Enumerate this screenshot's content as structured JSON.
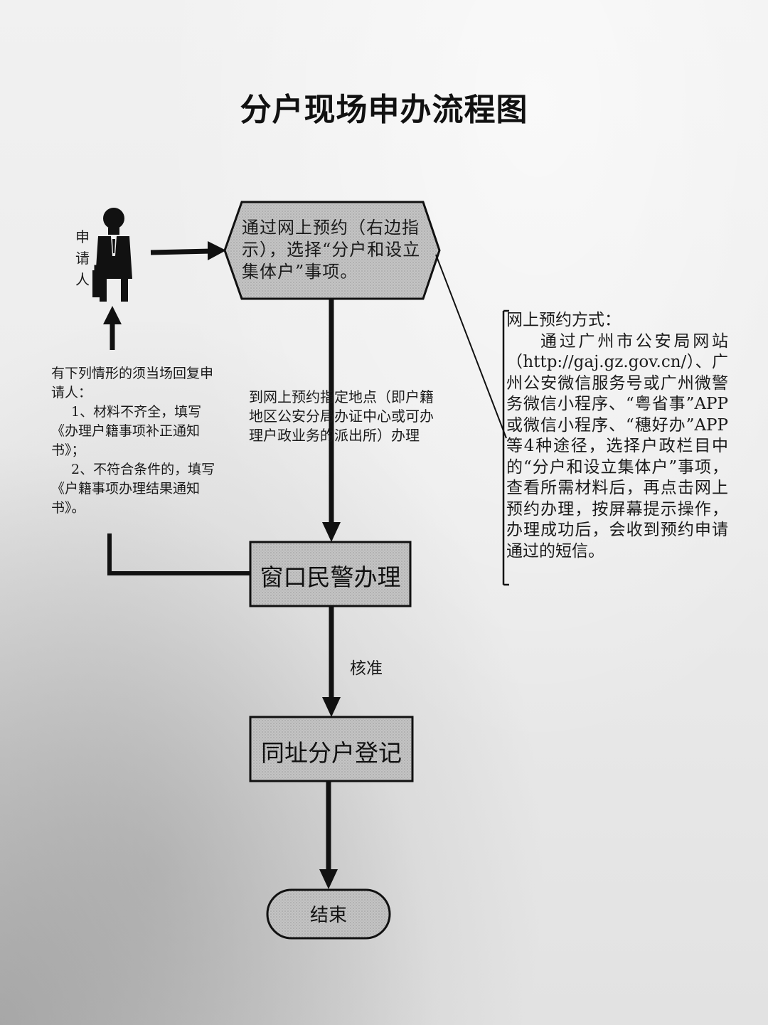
{
  "title": "分户现场申办流程图",
  "applicant": {
    "label_lines": [
      "申",
      "请",
      "人"
    ]
  },
  "step_online": {
    "text": "通过网上预约（右边指示），选择“分户和设立集体户”事项。"
  },
  "left_note": {
    "heading": "有下列情形的须当场回复申请人：",
    "item1": "1、材料不齐全，填写《办理户籍事项补正通知书》；",
    "item2": "2、不符合条件的，填写《户籍事项办理结果通知书》。"
  },
  "middle_note": {
    "text": "到网上预约指定地点（即户籍地区公安分局办证中心或可办理户政业务的派出所）办理"
  },
  "right_note": {
    "heading": "网上预约方式：",
    "body": "通过广州市公安局网站（http://gaj.gz.gov.cn/）、广州公安微信服务号或广州微警务微信小程序、“粤省事”APP或微信小程序、“穗好办”APP等4种途径，选择户政栏目中的“分户和设立集体户”事项，查看所需材料后，再点击网上预约办理，按屏幕提示操作，办理成功后，会收到预约申请通过的短信。"
  },
  "step_window": {
    "label": "窗口民警办理"
  },
  "edge_approve": {
    "label": "核准"
  },
  "step_register": {
    "label": "同址分户登记"
  },
  "step_end": {
    "label": "结束"
  },
  "colors": {
    "box_fill": "#b9b9b9",
    "line": "#111111",
    "paper": "#ececec"
  }
}
